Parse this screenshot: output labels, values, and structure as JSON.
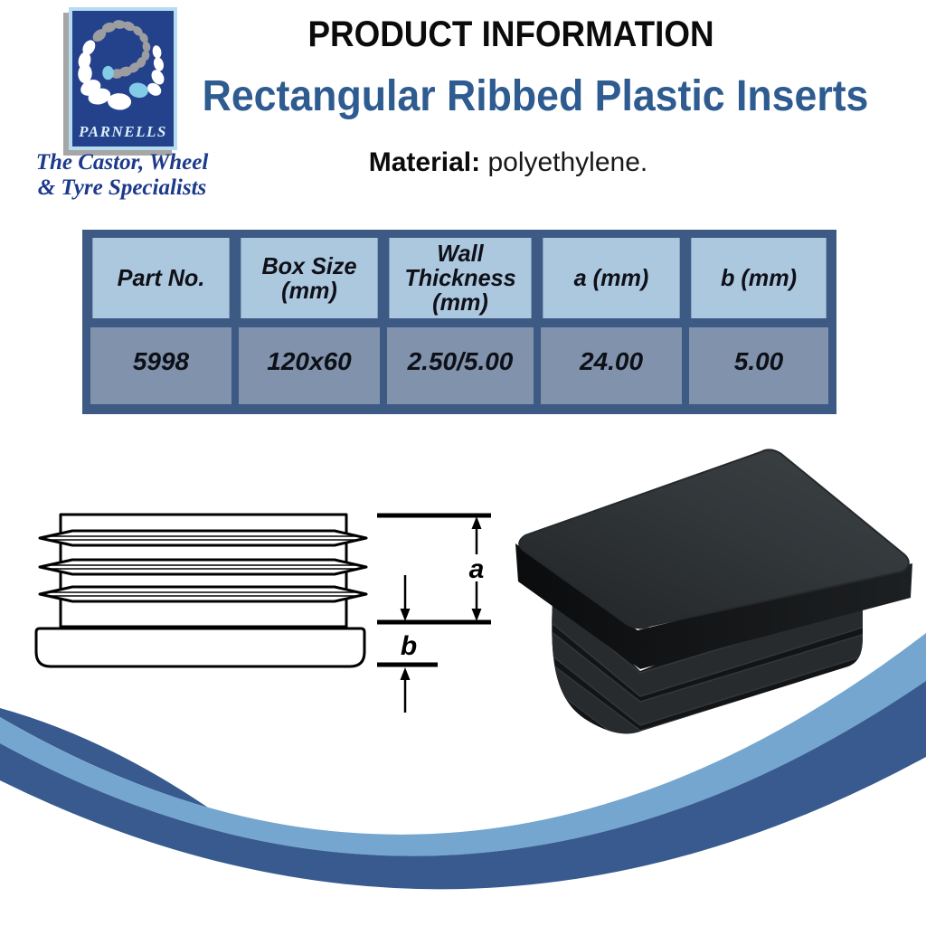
{
  "header": {
    "title": "PRODUCT INFORMATION",
    "subtitle": "Rectangular Ribbed Plastic Inserts",
    "material_label": "Material:",
    "material_value": " polyethylene."
  },
  "brand": {
    "logo_text": "PARNELLS",
    "tagline_line1": "The Castor, Wheel",
    "tagline_line2": "& Tyre Specialists"
  },
  "table": {
    "columns": [
      {
        "lines": [
          "Part No."
        ]
      },
      {
        "lines": [
          "Box Size",
          "(mm)"
        ]
      },
      {
        "lines": [
          "Wall",
          "Thickness",
          "(mm)"
        ]
      },
      {
        "lines": [
          "a (mm)"
        ]
      },
      {
        "lines": [
          "b (mm)"
        ]
      }
    ],
    "row": [
      "5998",
      "120x60",
      "2.50/5.00",
      "24.00",
      "5.00"
    ]
  },
  "diagram": {
    "dim_a_label": "a",
    "dim_b_label": "b"
  },
  "colors": {
    "accent_blue": "#2e5b90",
    "swoosh_light": "#74a6cf",
    "swoosh_dark": "#385a8e",
    "table_frame": "#3c5a84",
    "table_header_bg": "#abc8df",
    "table_row_bg": "#8192ac",
    "logo_navy": "#24418b",
    "logo_border": "#b5ddef",
    "logo_bead_gray": "#9b9da0",
    "logo_bead_blue": "#82cce8",
    "tagline_blue": "#1c3a8c"
  }
}
